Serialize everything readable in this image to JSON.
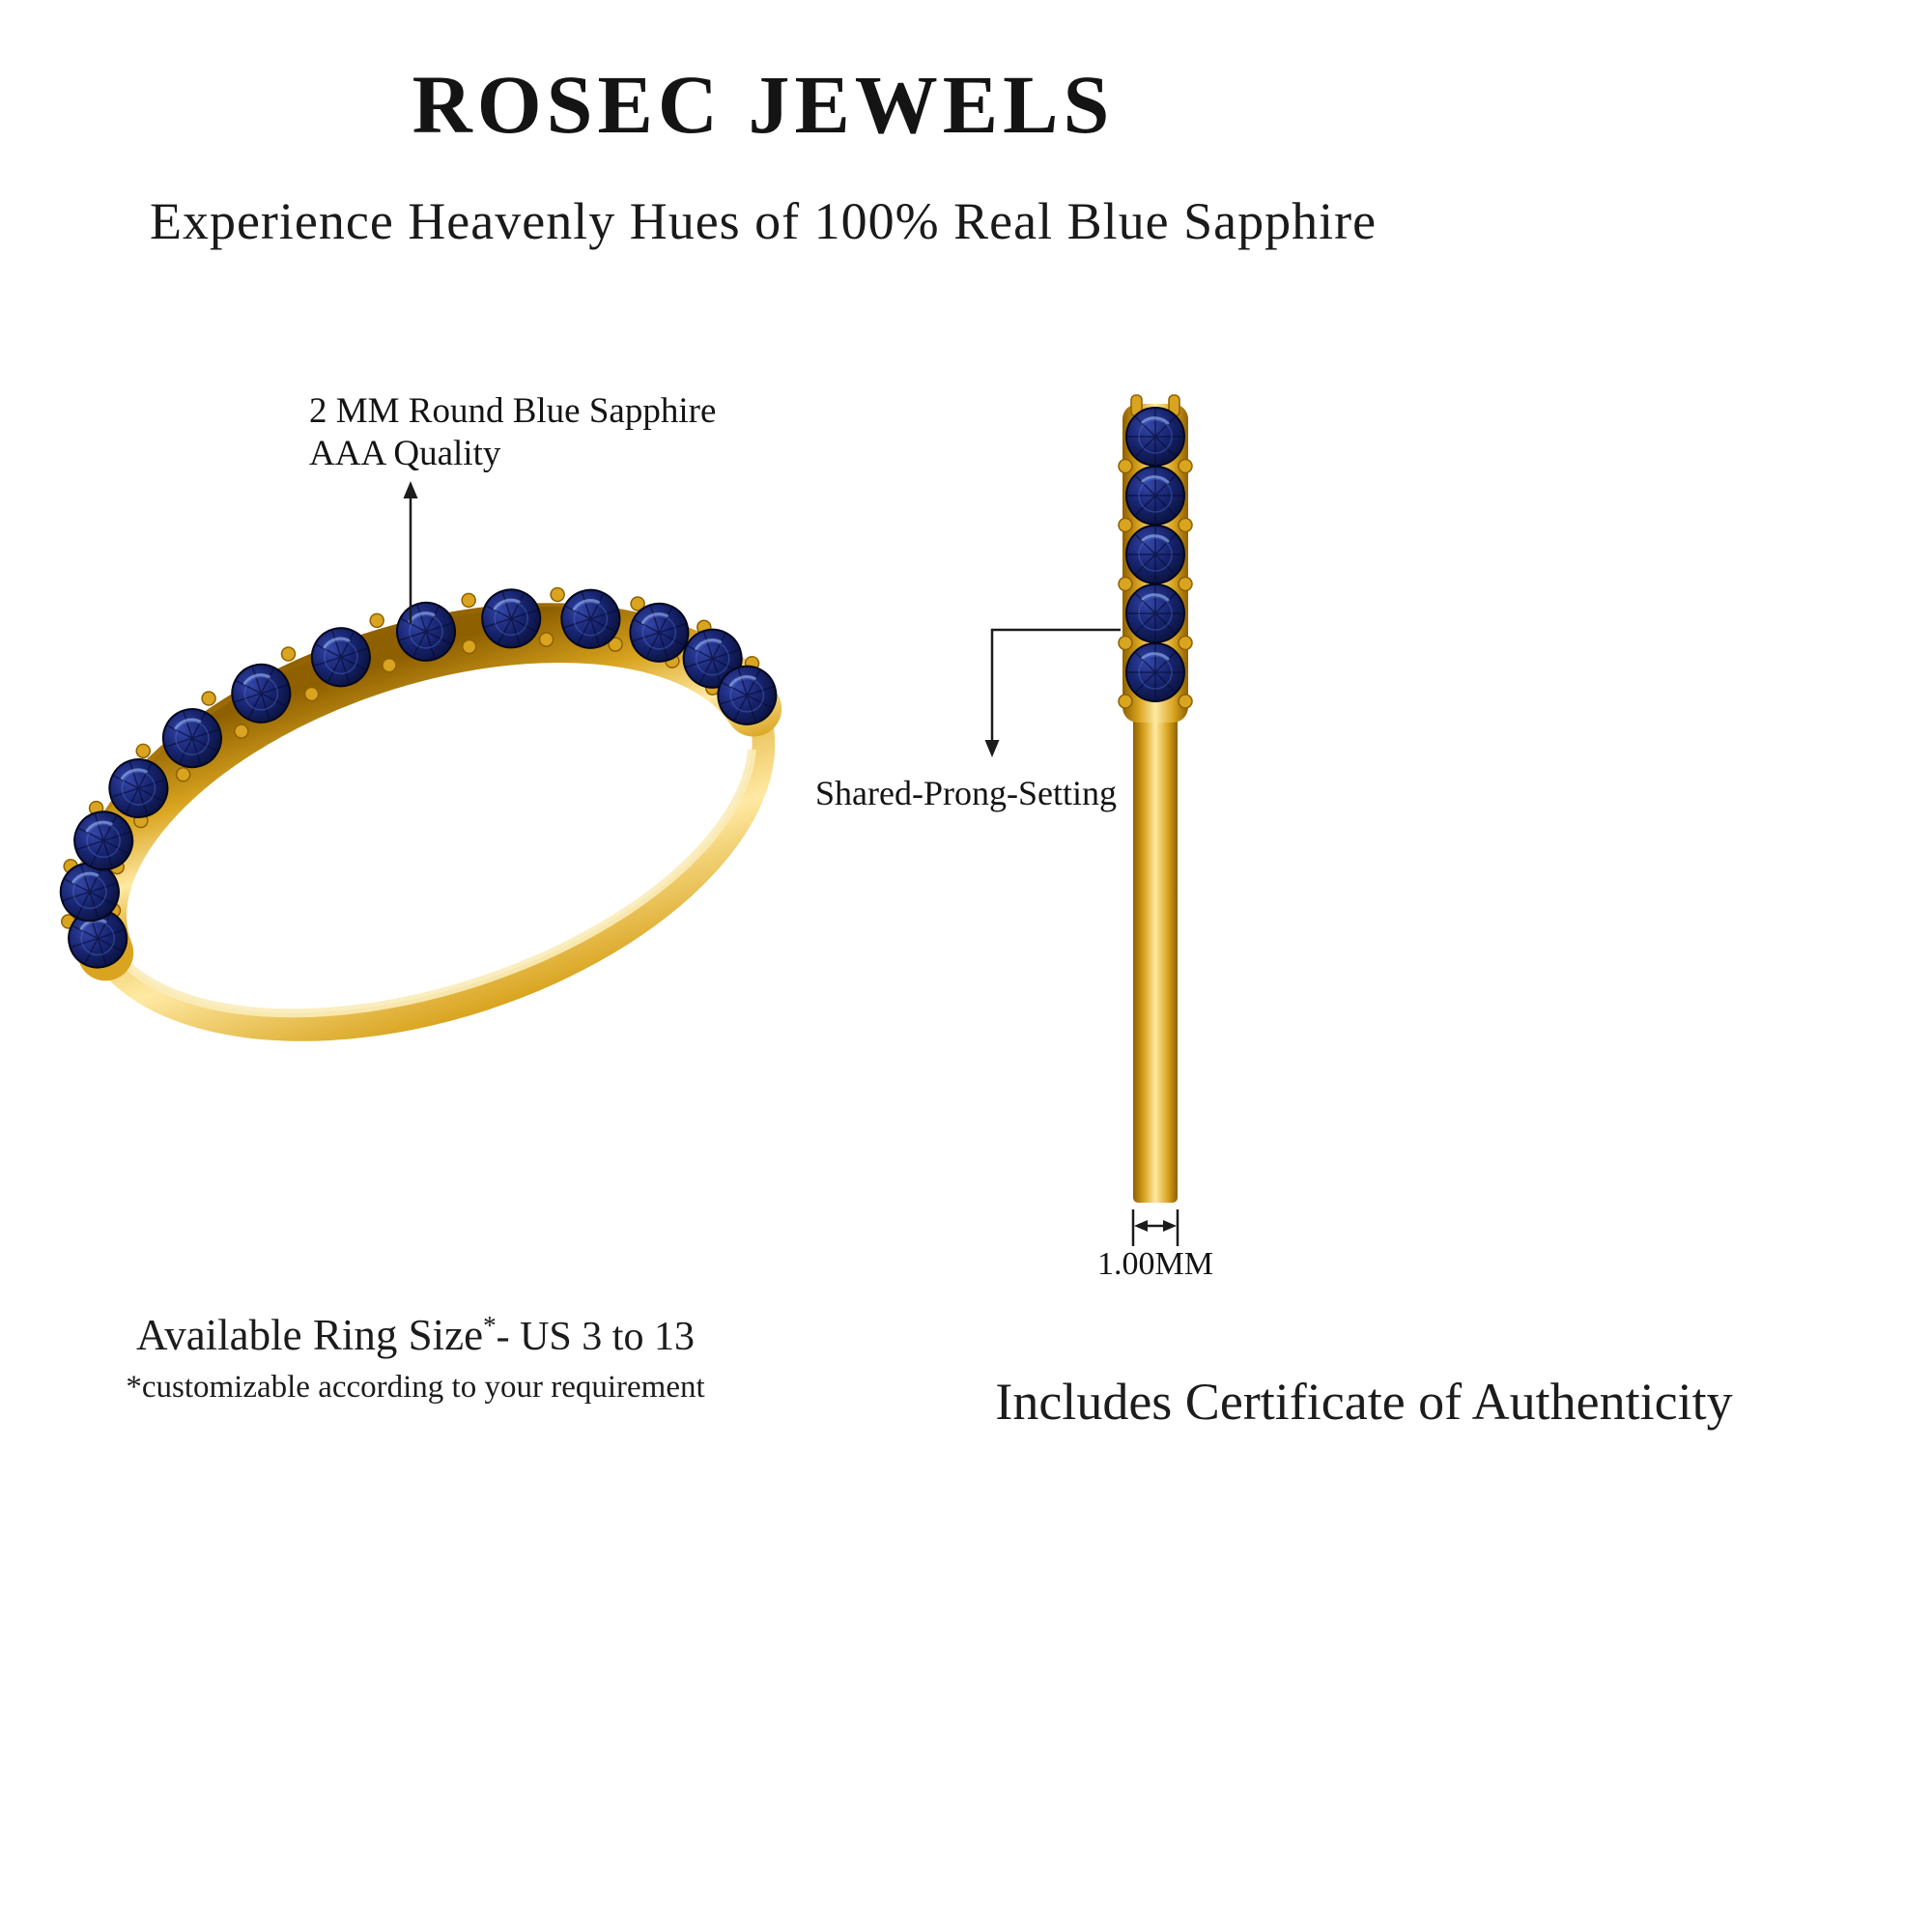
{
  "header": {
    "brand": "ROSEC JEWELS",
    "tagline": "Experience Heavenly Hues of 100% Real Blue Sapphire"
  },
  "annotations": {
    "stone": {
      "line1": "2 MM Round Blue Sapphire",
      "line2": "AAA Quality"
    },
    "setting": {
      "label": "Shared-Prong-Setting"
    },
    "band_width": {
      "label": "1.00MM"
    }
  },
  "footer": {
    "ring_size_label": "Available Ring Size",
    "ring_size_asterisk": "*",
    "ring_size_range": "- US 3 to 13",
    "customizable_note": "*customizable according to your requirement",
    "certificate": "Includes Certificate of Authenticity"
  },
  "colors": {
    "text": "#1c1c1c",
    "gold": "#D9A41F",
    "gold_light": "#FFE9A3",
    "gold_dark": "#8F6000",
    "sapphire": "#17246F",
    "sapphire_light": "#3446A8",
    "sapphire_dark": "#060B2C"
  }
}
